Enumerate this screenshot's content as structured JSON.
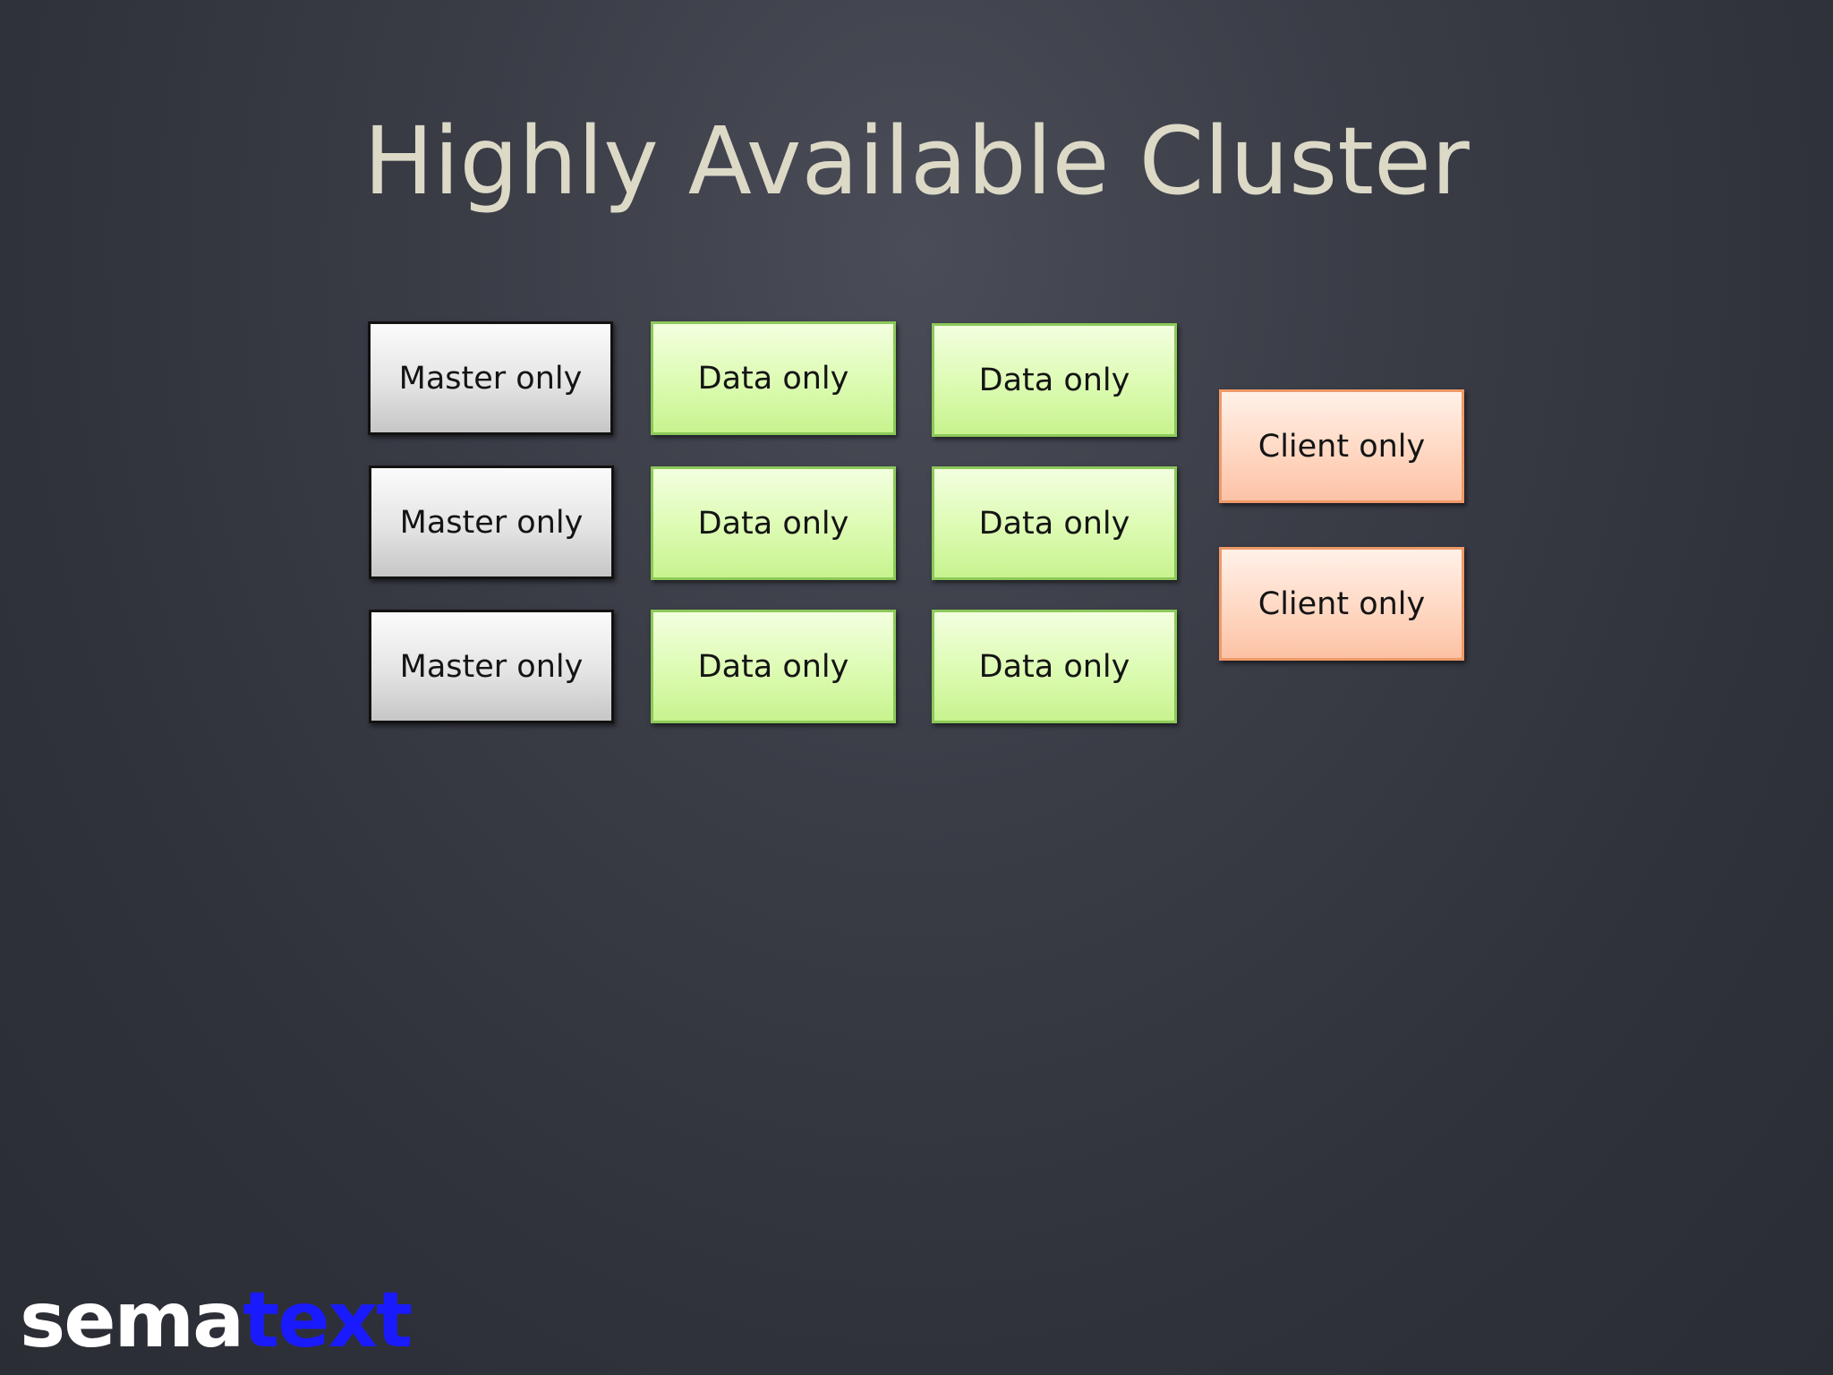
{
  "slide": {
    "title": "Highly Available Cluster"
  },
  "nodes": {
    "master": [
      "Master only",
      "Master only",
      "Master only"
    ],
    "data_col1": [
      "Data only",
      "Data only",
      "Data only"
    ],
    "data_col2": [
      "Data only",
      "Data only",
      "Data only"
    ],
    "client": [
      "Client only",
      "Client only"
    ]
  },
  "logo": {
    "part1": "sema",
    "part2": "text"
  },
  "colors": {
    "background": "#33353e",
    "title": "#dcd9c7",
    "master_fill": "#e4e4e4",
    "data_fill": "#dcfbb2",
    "client_fill": "#ffd8c3",
    "logo_accent": "#1a1aff"
  }
}
